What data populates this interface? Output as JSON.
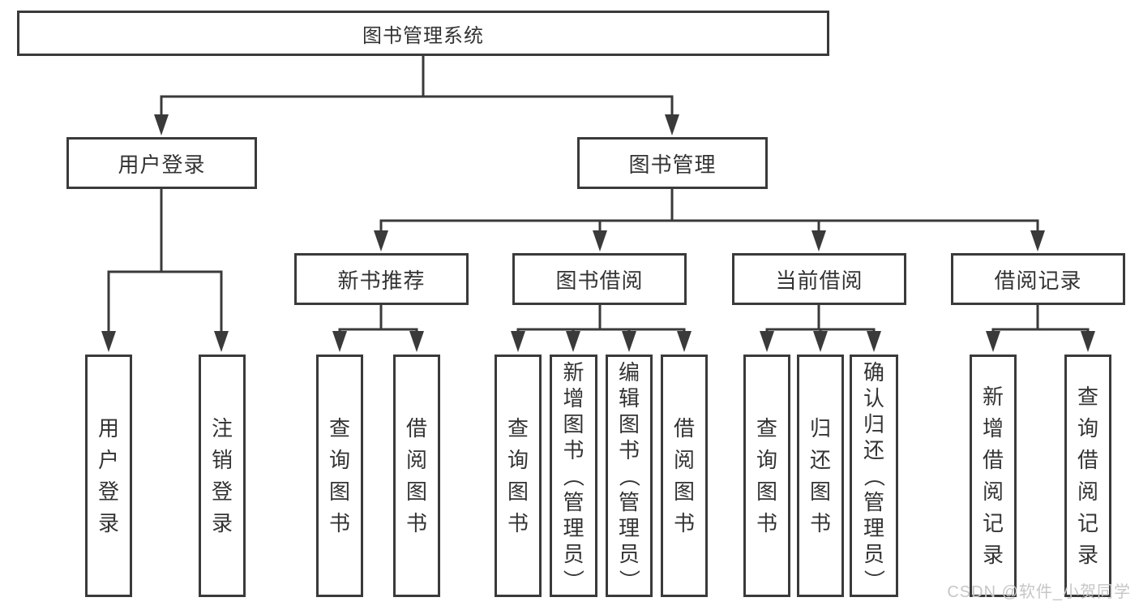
{
  "title": {
    "label": "图书管理系统"
  },
  "level2": {
    "user_login": {
      "label": "用户登录"
    },
    "book_mgmt": {
      "label": "图书管理"
    }
  },
  "level3": {
    "new_books": {
      "label": "新书推荐"
    },
    "borrowing": {
      "label": "图书借阅"
    },
    "current": {
      "label": "当前借阅"
    },
    "records": {
      "label": "借阅记录"
    }
  },
  "leaves": {
    "user_login": [
      {
        "label": "用户登录"
      },
      {
        "label": "注销登录"
      }
    ],
    "new_books": [
      {
        "label": "查询图书"
      },
      {
        "label": "借阅图书"
      }
    ],
    "borrowing": [
      {
        "label": "查询图书"
      },
      {
        "label": "新增图书（管理员）"
      },
      {
        "label": "编辑图书（管理员）"
      },
      {
        "label": "借阅图书"
      }
    ],
    "current": [
      {
        "label": "查询图书"
      },
      {
        "label": "归还图书"
      },
      {
        "label": "确认归还（管理员）"
      }
    ],
    "records": [
      {
        "label": "新增借阅记录"
      },
      {
        "label": "查询借阅记录"
      }
    ]
  },
  "watermark": {
    "text": "CSDN @软件_小贺同学"
  },
  "colors": {
    "line": "#3a3a3a",
    "text": "#333333",
    "background": "#ffffff",
    "watermark": "#c6c6c6"
  }
}
